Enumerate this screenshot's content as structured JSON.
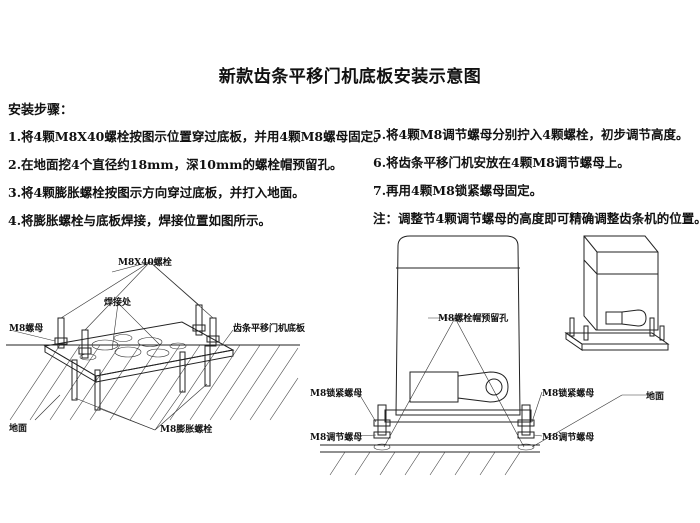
{
  "title": "新款齿条平移门机底板安装示意图",
  "steps_heading": "安装步骤：",
  "steps_left": [
    "1.将4颗M8X40螺栓按图示位置穿过底板，并用4颗M8螺母固定。",
    "2.在地面挖4个直径约18mm，深10mm的螺栓帽预留孔。",
    "3.将4颗膨胀螺栓按图示方向穿过底板，并打入地面。",
    "4.将膨胀螺栓与底板焊接，焊接位置如图所示。"
  ],
  "steps_right": [
    "5.将4颗M8调节螺母分别拧入4颗螺栓，初步调节高度。",
    "6.将齿条平移门机安放在4颗M8调节螺母上。",
    "7.再用4颗M8锁紧螺母固定。"
  ],
  "note": "注：调整节4颗调节螺母的高度即可精确调整齿条机的位置。",
  "labels": {
    "bolt_m8x40": "M8X40螺栓",
    "weld_point": "焊接处",
    "m8_nut": "M8螺母",
    "base_plate": "齿条平移门机底板",
    "ground_left": "地面",
    "expansion_bolt": "M8膨胀螺栓",
    "bolt_cap_hole": "M8螺栓帽预留孔",
    "lock_nut_left": "M8锁紧螺母",
    "adjust_nut_left": "M8调节螺母",
    "lock_nut_right": "M8锁紧螺母",
    "adjust_nut_right": "M8调节螺母",
    "ground_right": "地面"
  }
}
